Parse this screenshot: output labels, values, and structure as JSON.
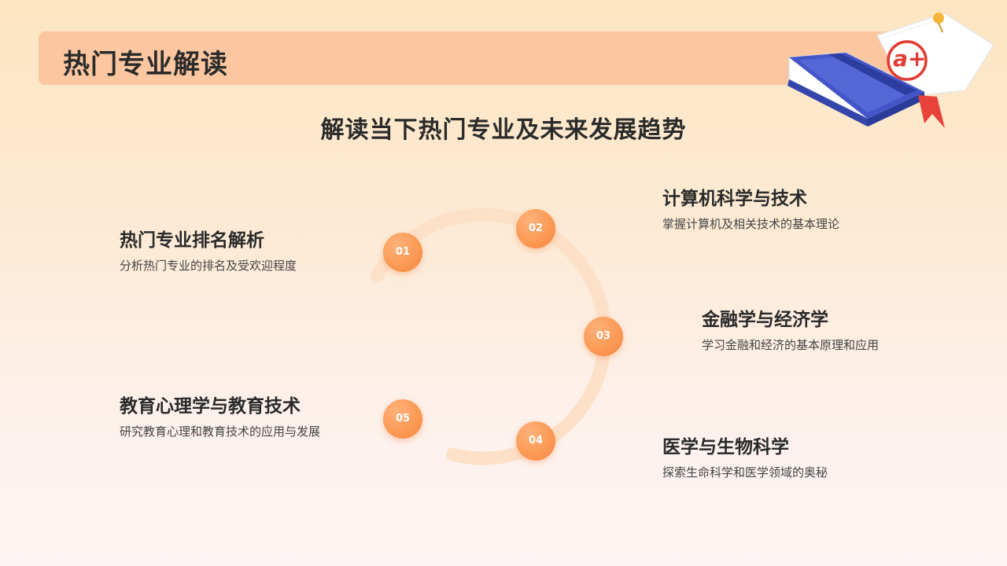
{
  "header": {
    "title": "热门专业解读",
    "subtitle": "解读当下热门专业及未来发展趋势"
  },
  "nodes": [
    {
      "num": "01"
    },
    {
      "num": "02"
    },
    {
      "num": "03"
    },
    {
      "num": "04"
    },
    {
      "num": "05"
    }
  ],
  "items": [
    {
      "title": "热门专业排名解析",
      "desc": "分析热门专业的排名及受欢迎程度"
    },
    {
      "title": "计算机科学与技术",
      "desc": "掌握计算机及相关技术的基本理论"
    },
    {
      "title": "金融学与经济学",
      "desc": "学习金融和经济的基本原理和应用"
    },
    {
      "title": "医学与生物科学",
      "desc": "探索生命科学和医学领域的奥秘"
    },
    {
      "title": "教育心理学与教育技术",
      "desc": "研究教育心理和教育技术的应用与发展"
    }
  ],
  "decoration": {
    "icon": "book-with-a-plus-paper-icon",
    "grade": "a+"
  },
  "colors": {
    "accent": "#fb9a56",
    "title_bar": "#fcc7a0",
    "ring": "#fde0c8"
  }
}
